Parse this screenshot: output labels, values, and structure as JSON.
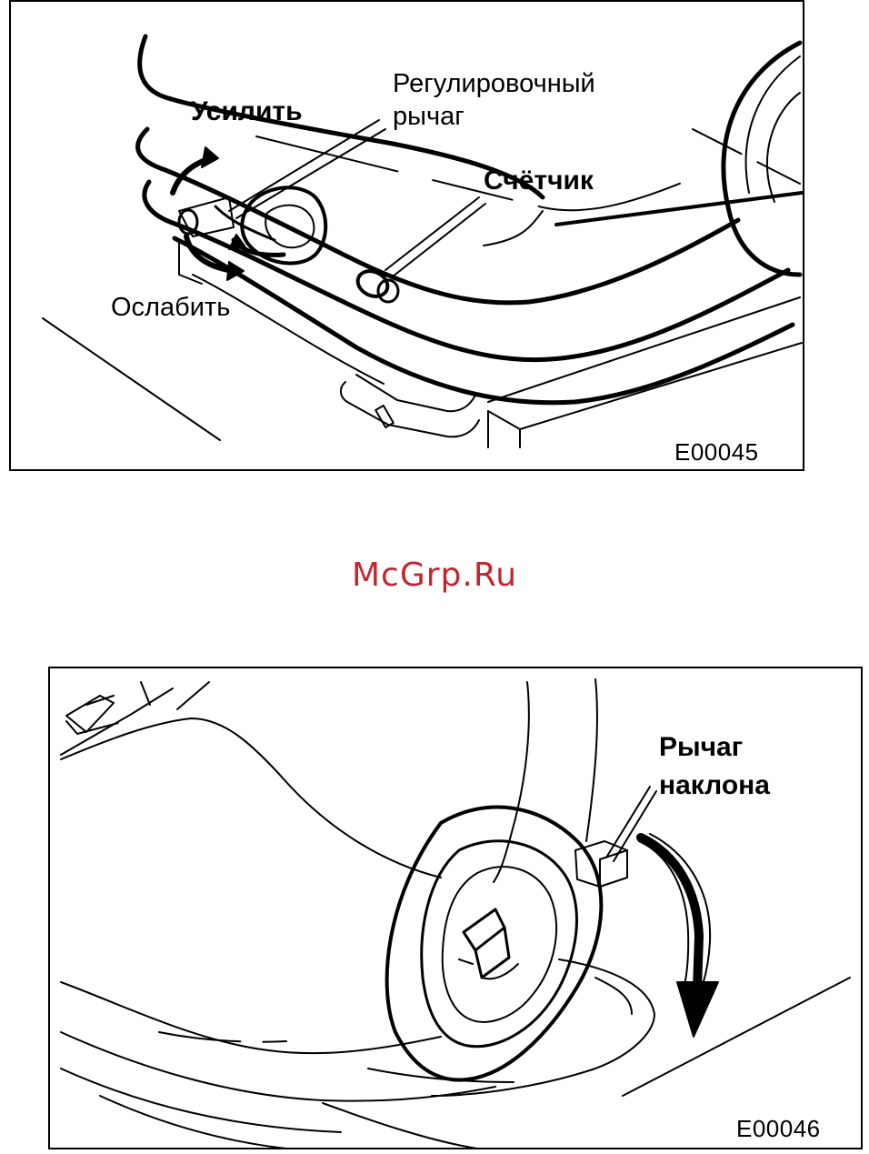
{
  "figure1": {
    "labels": {
      "increase": "Усилить",
      "lever_line1": "Регулировочный",
      "lever_line2": "рычаг",
      "counter": "Счётчик",
      "decrease": "Ослабить"
    },
    "code": "E00045"
  },
  "watermark": {
    "text": "McGrp.Ru",
    "color": "#c0282d"
  },
  "figure2": {
    "labels": {
      "tilt_line1": "Рычаг",
      "tilt_line2": "наклона"
    },
    "code": "E00046"
  }
}
